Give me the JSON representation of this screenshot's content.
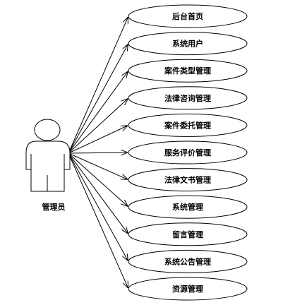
{
  "actor": {
    "label": "管理员"
  },
  "use_cases": [
    {
      "label": "后台首页"
    },
    {
      "label": "系统用户"
    },
    {
      "label": "案件类型管理"
    },
    {
      "label": "法律咨询管理"
    },
    {
      "label": "案件委托管理"
    },
    {
      "label": "服务评价管理"
    },
    {
      "label": "法律文书管理"
    },
    {
      "label": "系统管理"
    },
    {
      "label": "留言管理"
    },
    {
      "label": "系统公告管理"
    },
    {
      "label": "资源管理"
    }
  ],
  "colors": {
    "stroke": "#000000",
    "fill": "#ffffff",
    "text": "#000000"
  }
}
